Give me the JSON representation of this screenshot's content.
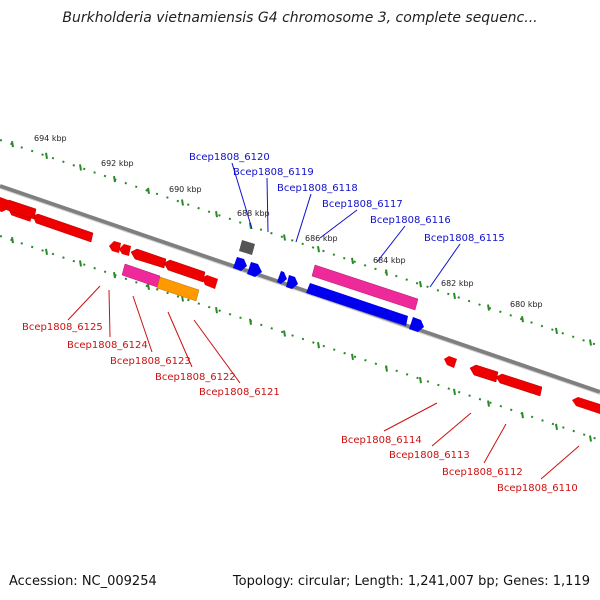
{
  "title": "Burkholderia vietnamiensis G4 chromosome 3, complete sequenc...",
  "footer": {
    "accession": "Accession: NC_009254",
    "summary": "Topology: circular; Length: 1,241,007 bp; Genes: 1,119"
  },
  "colors": {
    "backbone": "#7f7f7f",
    "forward_gene": "#0000ee",
    "reverse_gene": "#ee0000",
    "highlight_gene": "#ee2a9a",
    "orange_gene": "#ff9900",
    "grey_gene": "#555555",
    "tick": "#2a8a2a",
    "label_forward": "#1010cc",
    "label_reverse": "#cc1010"
  },
  "scale_labels": [
    "694 kbp",
    "692 kbp",
    "690 kbp",
    "688 kbp",
    "686 kbp",
    "684 kbp",
    "682 kbp",
    "680 kbp"
  ],
  "top_labels": [
    "Bcep1808_6120",
    "Bcep1808_6119",
    "Bcep1808_6118",
    "Bcep1808_6117",
    "Bcep1808_6116",
    "Bcep1808_6115"
  ],
  "bottom_labels": [
    "Bcep1808_6125",
    "Bcep1808_6124",
    "Bcep1808_6123",
    "Bcep1808_6122",
    "Bcep1808_6121",
    "Bcep1808_6114",
    "Bcep1808_6113",
    "Bcep1808_6112",
    "Bcep1808_6110"
  ]
}
